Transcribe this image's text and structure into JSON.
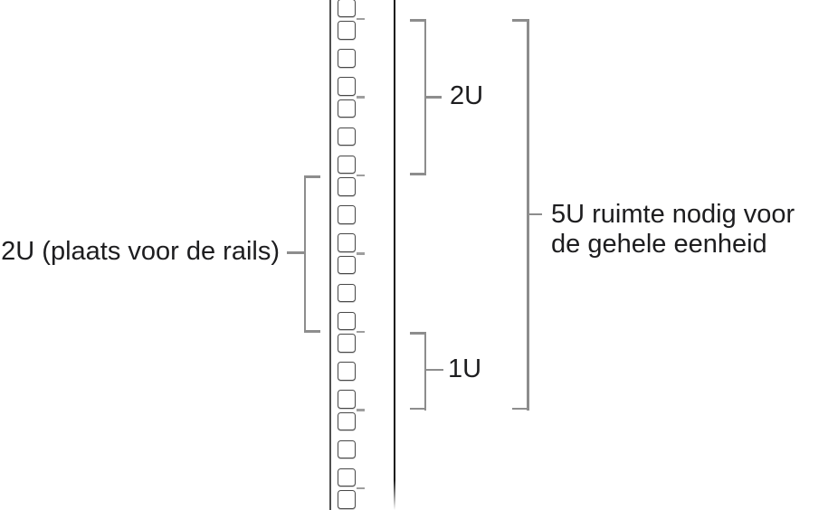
{
  "diagram": {
    "background": "#ffffff",
    "colors": {
      "bracket": "#8d8d8d",
      "unit_tick": "#9e9e9e",
      "hole_border": "#474747",
      "rail_edge": "#4f4f4f",
      "front_edge": "#141414",
      "text": "#1d1d1f"
    },
    "rail": {
      "visible_hole_count": 20,
      "holes_per_unit": 3,
      "unit_boundary_tick_count": 7
    },
    "labels": {
      "rails_2u": "2U (plaats voor de rails)",
      "unit_2u": "2U",
      "unit_1u": "1U",
      "total_5u_line1": "5U ruimte nodig voor",
      "total_5u_line2": "de gehele eenheid"
    }
  }
}
